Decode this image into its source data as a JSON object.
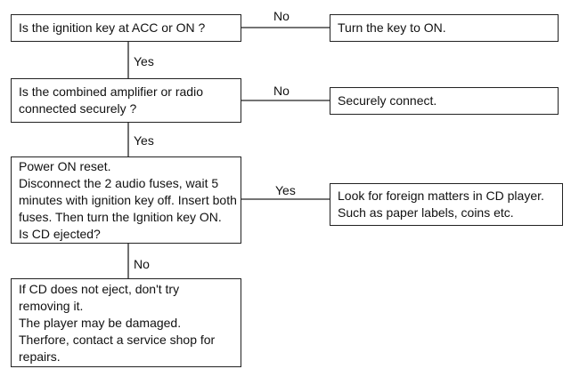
{
  "steps": [
    {
      "question": [
        "Is the ignition key at ACC or ON ?"
      ],
      "branch_label": "No",
      "action": [
        "Turn the key to ON."
      ],
      "next_label": "Yes"
    },
    {
      "question": [
        "Is the combined amplifier or radio",
        "connected securely ?"
      ],
      "branch_label": "No",
      "action": [
        "Securely connect."
      ],
      "next_label": "Yes"
    },
    {
      "question": [
        "Power ON reset.",
        "Disconnect the 2 audio fuses, wait 5",
        "minutes with ignition key off. Insert both",
        "fuses. Then turn the Ignition key ON.",
        "Is CD ejected?"
      ],
      "branch_label": "Yes",
      "action": [
        "Look for foreign matters in CD player.",
        "Such as paper labels, coins etc."
      ],
      "next_label": "No"
    }
  ],
  "final": [
    "If  CD does not eject, don't try",
    "removing it.",
    "The player may be damaged.",
    "Therfore,  contact a service shop for",
    "repairs."
  ]
}
